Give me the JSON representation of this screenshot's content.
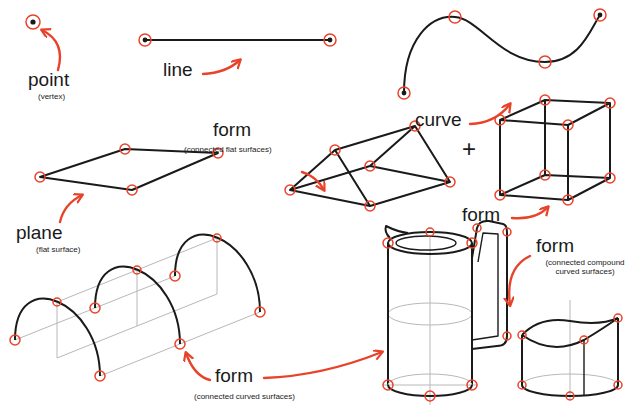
{
  "diagram": {
    "labels": [
      "point",
      "(vertex)",
      "line",
      "curve",
      "plane",
      "(flat surface)",
      "form",
      "(connected flat surfaces)",
      "+",
      "form",
      "form",
      "(connected curved surfaces)",
      "form",
      "(connected compound curved surfaces)"
    ]
  }
}
